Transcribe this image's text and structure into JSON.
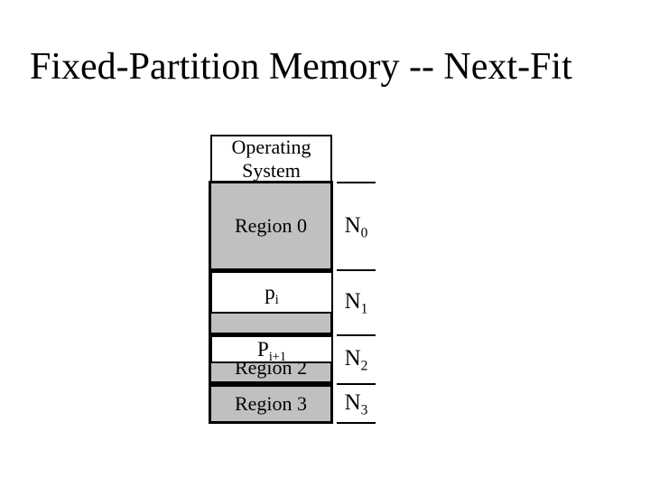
{
  "title": "Fixed-Partition Memory -- Next-Fit",
  "colors": {
    "background": "#ffffff",
    "region_fill": "#c0c0c0",
    "line": "#000000",
    "text": "#000000"
  },
  "memory_map": {
    "os_box": {
      "line1": "Operating",
      "line2": "System"
    },
    "regions": [
      {
        "label": "Region 0"
      },
      {
        "label": ""
      },
      {
        "label": "Region 2"
      },
      {
        "label": "Region 3"
      }
    ],
    "processes": [
      {
        "base": "p",
        "sub": "i"
      },
      {
        "base": "P",
        "sub": "i+1"
      }
    ],
    "scale_labels": [
      {
        "base": "N",
        "sub": "0"
      },
      {
        "base": "N",
        "sub": "1"
      },
      {
        "base": "N",
        "sub": "2"
      },
      {
        "base": "N",
        "sub": "3"
      }
    ]
  }
}
